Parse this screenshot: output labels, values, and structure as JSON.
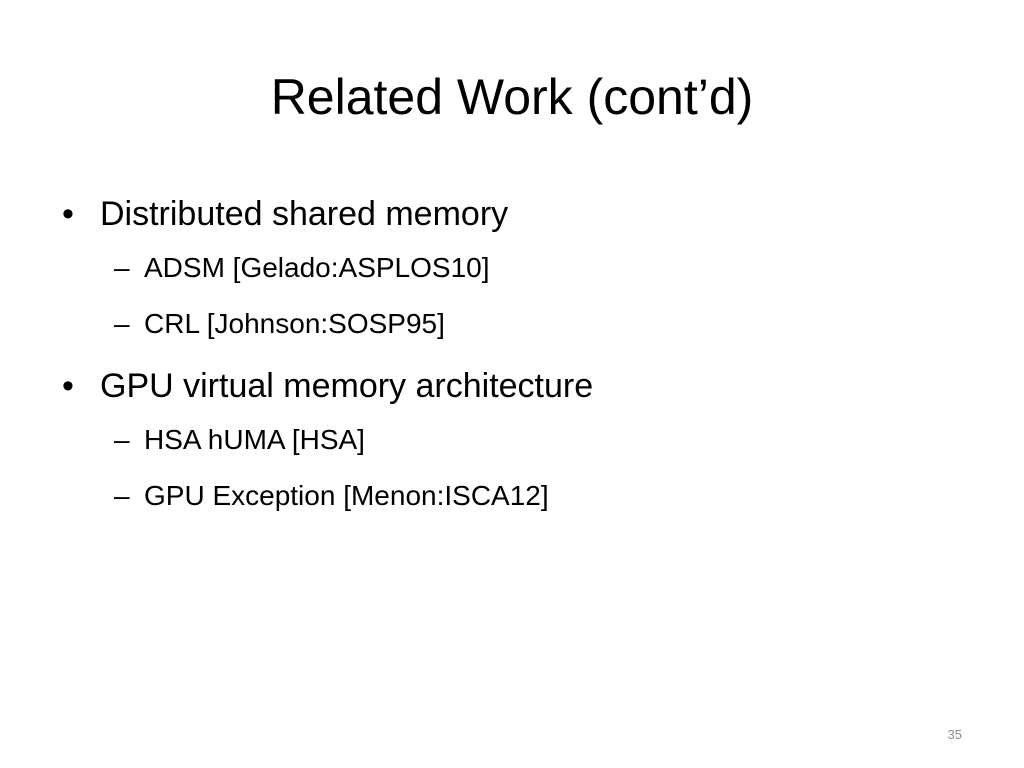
{
  "slide": {
    "title": "Related Work (cont’d)",
    "bullets": [
      {
        "marker": "•",
        "text": "Distributed shared memory",
        "subitems": [
          {
            "marker": "–",
            "text": "ADSM [Gelado:ASPLOS10]"
          },
          {
            "marker": "–",
            "text": "CRL [Johnson:SOSP95]"
          }
        ]
      },
      {
        "marker": "•",
        "text": "GPU virtual memory architecture",
        "subitems": [
          {
            "marker": "–",
            "text": "HSA hUMA [HSA]"
          },
          {
            "marker": "–",
            "text": "GPU Exception [Menon:ISCA12]"
          }
        ]
      }
    ],
    "page_number": "35"
  }
}
